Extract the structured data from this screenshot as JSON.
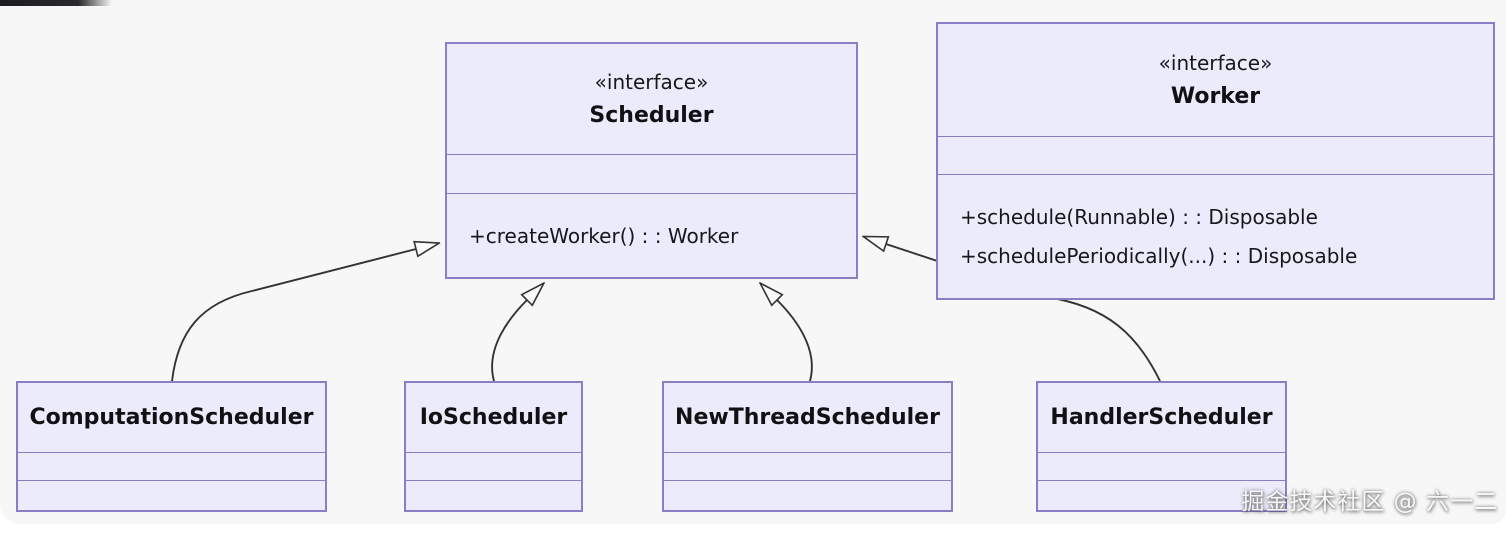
{
  "diagram": {
    "type": "uml-class-diagram",
    "classes": [
      {
        "name": "Scheduler",
        "stereotype": "«interface»",
        "attributes": [],
        "methods": [
          "+createWorker() : : Worker"
        ]
      },
      {
        "name": "Worker",
        "stereotype": "«interface»",
        "attributes": [],
        "methods": [
          "+schedule(Runnable) : : Disposable",
          "+schedulePeriodically(...) : : Disposable"
        ]
      },
      {
        "name": "ComputationScheduler",
        "attributes": [],
        "methods": []
      },
      {
        "name": "IoScheduler",
        "attributes": [],
        "methods": []
      },
      {
        "name": "NewThreadScheduler",
        "attributes": [],
        "methods": []
      },
      {
        "name": "HandlerScheduler",
        "attributes": [],
        "methods": []
      }
    ],
    "relations": [
      {
        "from": "ComputationScheduler",
        "to": "Scheduler",
        "type": "realization"
      },
      {
        "from": "IoScheduler",
        "to": "Scheduler",
        "type": "realization"
      },
      {
        "from": "NewThreadScheduler",
        "to": "Scheduler",
        "type": "realization"
      },
      {
        "from": "HandlerScheduler",
        "to": "Scheduler",
        "type": "realization"
      }
    ],
    "colors": {
      "node_fill": "#ebebfb",
      "node_border": "#8d7cc6",
      "edge_line": "#333333",
      "background": "#f7f7f8"
    }
  },
  "watermark": {
    "text": "掘金技术社区 @ 六一二"
  }
}
